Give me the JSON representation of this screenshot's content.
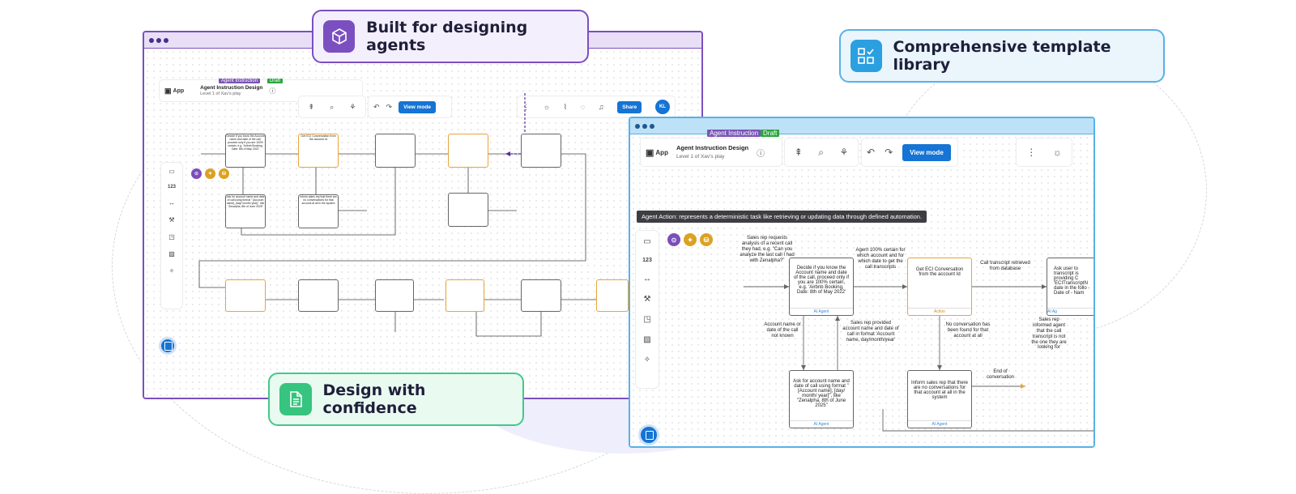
{
  "badges": {
    "agents": "Built for designing agents",
    "library": "Comprehensive template library",
    "confidence": "Design with confidence"
  },
  "colors": {
    "purple": "#7b4fc0",
    "blue": "#59b1e6",
    "green": "#41c98a",
    "accent": "#1574d4"
  },
  "editor": {
    "app_label": "App",
    "tag_instruction": "Agent Instruction",
    "tag_draft": "Draft",
    "doc_title": "Agent Instruction Design",
    "doc_subtitle": "Level 1 of Xav's play",
    "view_mode": "View mode",
    "share": "Share",
    "avatar": "KL",
    "numbers_tool": "123"
  },
  "tooltip": "Agent Action: represents a deterministic task like retrieving or updating data through defined automation.",
  "flow": {
    "start_note": "Sales rep requests analysis of a recent call they had, e.g. \"Can you analyze the last call I had with Zenalpha?\"",
    "decide": "Decide if you know the Account name and date of the call, proceed only if you are 100% certain, e.g. 'Airbnb Booking, Date: 8th of May 2022'",
    "decide_footer": "AI Agent",
    "agent_certain": "Agent 100% certain for which account and for which date to get the call transcripts",
    "get_eci": "Get ECI Conversation from the account Id",
    "get_eci_footer": "Action",
    "call_transcript": "Call transcript retrieved from database",
    "ask_user_partial": "Ask user to transcript is providing C 'ECITranscriptN date in the follo - Date of - Nam",
    "ask_user_footer": "AI Ag",
    "account_unknown": "Account name or date of the call not known",
    "rep_provided": "Sales rep provided account name and date of call in format 'Account name, day/month/year'",
    "ask_account": "Ask for account name and date of call using format \" [Account name], [day/ month/ year]\", like \"Zenalpha, 8th of June 2025\"",
    "ask_account_footer": "AI Agent",
    "no_conversation": "No conversation has been found for that account at all",
    "inform": "Inform sales rep that there are no conversations for that account at all in the system",
    "inform_footer": "AI Agent",
    "end_conversation": "End of conversation",
    "rep_informed": "Sales rep informed agent that the call transcript is not the one they are looking for"
  }
}
